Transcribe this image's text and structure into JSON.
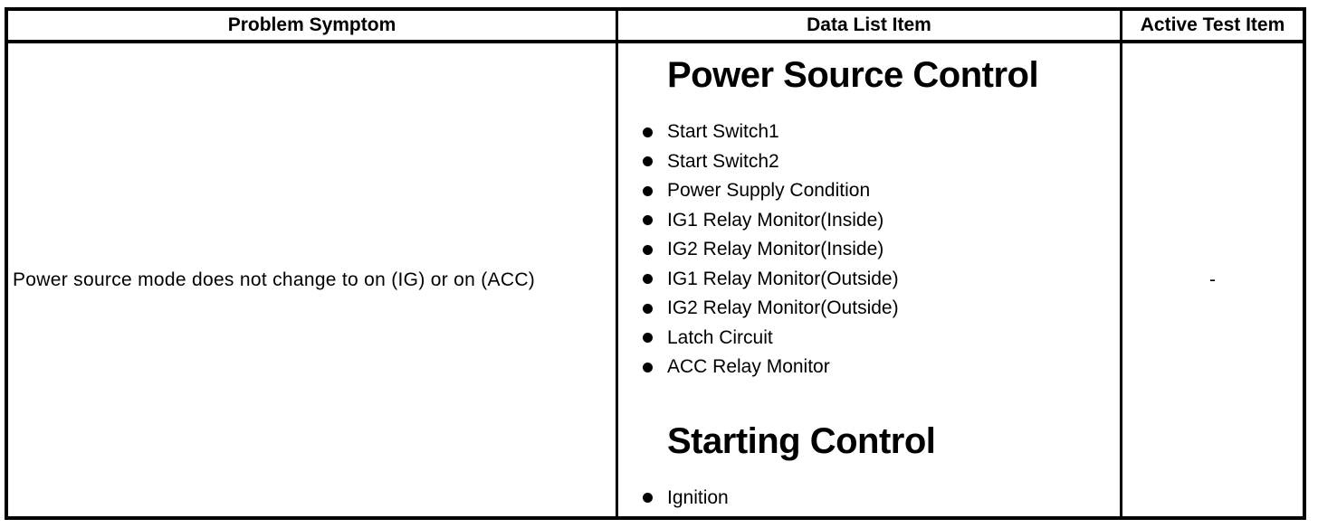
{
  "table": {
    "border_color": "#000000",
    "text_color": "#000000",
    "background_color": "#ffffff",
    "headers": {
      "problem_symptom": "Problem Symptom",
      "data_list_item": "Data List Item",
      "active_test_item": "Active Test Item"
    },
    "row": {
      "problem_symptom": "Power source mode does not change to on (IG) or on (ACC)",
      "data_list_sections": [
        {
          "title": "Power Source Control",
          "items": [
            "Start Switch1",
            "Start Switch2",
            "Power Supply Condition",
            "IG1 Relay Monitor(Inside)",
            "IG2 Relay Monitor(Inside)",
            "IG1 Relay Monitor(Outside)",
            "IG2 Relay Monitor(Outside)",
            "Latch Circuit",
            "ACC Relay Monitor"
          ]
        },
        {
          "title": "Starting Control",
          "items": [
            "Ignition"
          ]
        }
      ],
      "active_test_item": "-"
    }
  }
}
